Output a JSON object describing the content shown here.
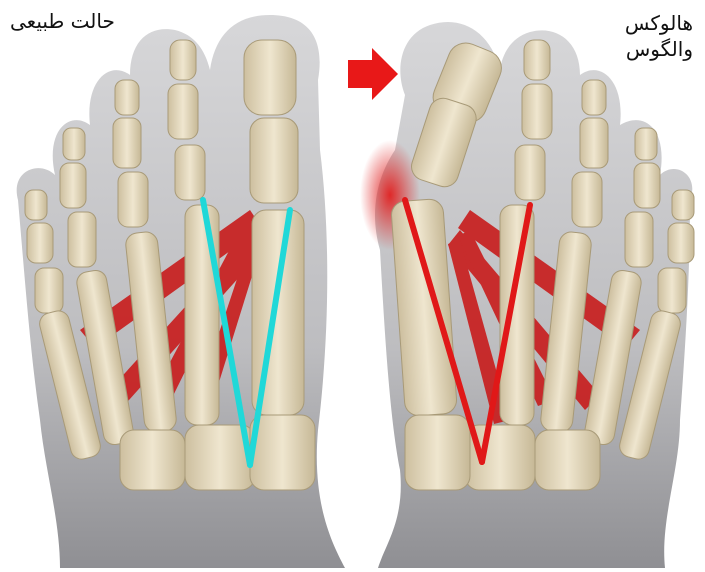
{
  "labels": {
    "normal": "حالت طبیعی",
    "hallux_line1": "هالوکس",
    "hallux_line2": "والگوس"
  },
  "illustration": {
    "subject": "two-feet-skeleton-comparison",
    "left_foot": "normal",
    "right_foot": "hallux-valgus",
    "indicator": "arrow-pointing-at-bunion"
  },
  "colors": {
    "background": "#ffffff",
    "skin": "#c8c8ca",
    "bone": "#e3d8bd",
    "muscle": "#cc2020",
    "normal_angle_line": "#20d8d8",
    "deformity_angle_line": "#e01818",
    "arrow": "#e81818"
  }
}
